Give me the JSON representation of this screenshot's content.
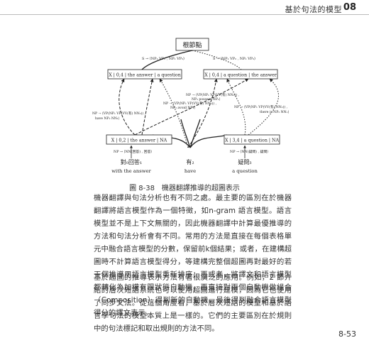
{
  "header": {
    "title": "基於句法的模型",
    "chapter": "08"
  },
  "figure": {
    "root": "根節點",
    "rule_top_left": "S → ⟨NP₁ VP₂ , NP₁ VP₂⟩",
    "rule_top_right": "S → ⟨NP₁ VP₂ , NP₁ VP₂⟩",
    "node_mid_left": "X | 0,4 | the answer | a question",
    "node_mid_right": "X | 0,4 | a question | the answer",
    "rule_center_1": "NP → ⟨VP(NP₁ VP(VV(有) NN₂)) ,",
    "rule_center_1b": "NP₂ possess NP₁⟩",
    "rule_center_2": "NP → ⟨VP(NP₁ VP(VV(有) NN₂)) ,",
    "rule_center_2b": "NP₂ avoid NP₁⟩",
    "rule_left_1": "NP → ⟨VP(NP₁ VP(VV(有) NN₂)) ,",
    "rule_left_1b": "have NP₂ NN₁⟩",
    "rule_right_1": "NP → ⟨VP(NP₁ VP(VV(有) NN₂)) ,",
    "rule_right_1b": "there is NP₂ NN₁⟩",
    "node_low_left": "X | 0,2 | the answer | NA",
    "node_low_right": "X | 3,4 | a question | NA",
    "rule_low_left": "NP → ⟨NN(回答) , 回答⟩",
    "rule_low_right": "NP → ⟨NN(疑問) , 疑問⟩",
    "words": [
      {
        "zh": "對₀回答₁",
        "en": "with the answer"
      },
      {
        "zh": "有₂",
        "en": "have"
      },
      {
        "zh": "疑問₃",
        "en": "a question"
      }
    ]
  },
  "caption": "圖 8-38　機器翻譯推導的超圖表示",
  "paragraphs": [
    "機器翻譯與句法分析也有不同之處。最主要的區別在於機器翻譯將語言模型作為一個特徵，如n-gram 語言模型。語言模型並不是上下文無關的，因此機器翻譯中計算最優推導的方法和句法分析會有不同。常用的方法是直接在每個表格單元中融合語言模型的分數，保留前k個結果；或者，在建構超圖時不計算語言模型得分，等建構完整個超圖再對最好的若干個推導用語言模型重新排序；再或者，將譯文和語言模型都轉化為加權有限狀態自動機，再直接對兩個自動機做組合（Composition）得到新的自動機，最後得到融合語言模型得分的譯文表示。",
    "基於超圖的推導表示方法有著很廣泛的應用。例如，2 節介紹的層次短語系統也可以使用超圖進行建模，因為它也使用了同步文法。從這個角度看，基於層次短語的模型和基於語言學句法的模型本質上是一樣的。它們的主要區別在於規則中的句法標記和取出規則的方法不同。"
  ],
  "page_number": "8-53"
}
